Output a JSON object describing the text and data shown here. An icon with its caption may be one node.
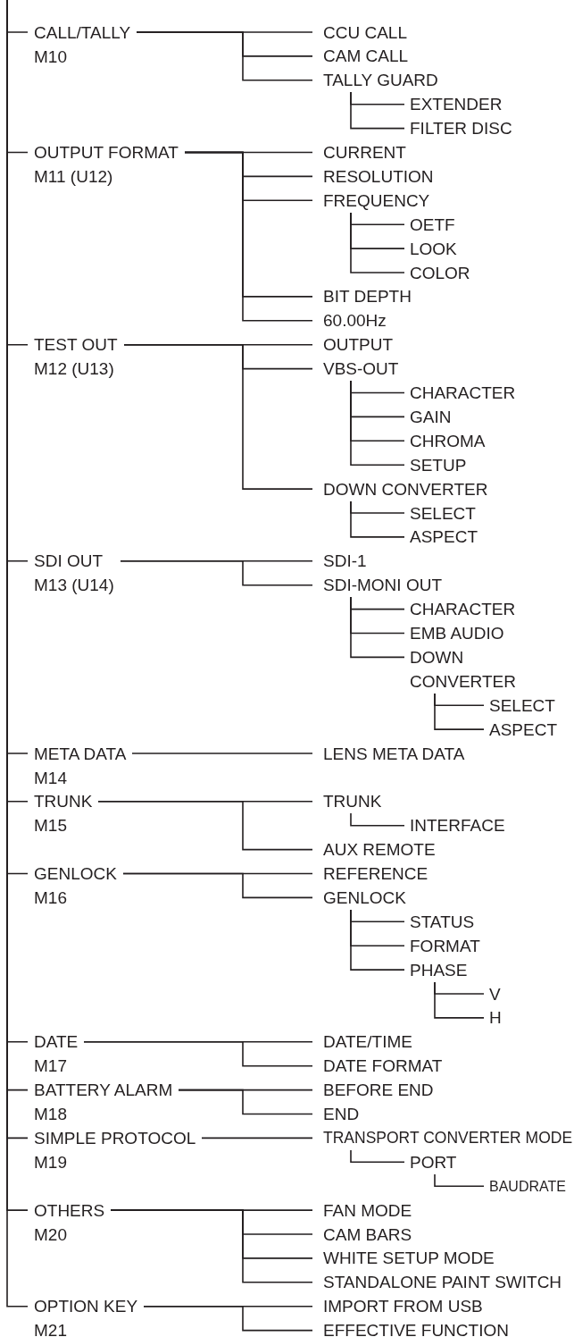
{
  "diagram": {
    "nodes": [
      {
        "text": [
          "CALL/TALLY",
          "M10"
        ]
      },
      {
        "text": [
          "CCU CALL"
        ]
      },
      {
        "text": [
          "CAM CALL"
        ]
      },
      {
        "text": [
          "TALLY GUARD"
        ]
      },
      {
        "text": [
          "EXTENDER"
        ]
      },
      {
        "text": [
          "FILTER DISC"
        ]
      },
      {
        "text": [
          "OUTPUT FORMAT",
          "M11 (U12)"
        ]
      },
      {
        "text": [
          "CURRENT"
        ]
      },
      {
        "text": [
          "RESOLUTION"
        ]
      },
      {
        "text": [
          "FREQUENCY"
        ]
      },
      {
        "text": [
          "OETF"
        ]
      },
      {
        "text": [
          "LOOK"
        ]
      },
      {
        "text": [
          "COLOR"
        ]
      },
      {
        "text": [
          "BIT DEPTH"
        ]
      },
      {
        "text": [
          "60.00Hz"
        ]
      },
      {
        "text": [
          "TEST OUT",
          "M12 (U13)"
        ]
      },
      {
        "text": [
          "OUTPUT"
        ]
      },
      {
        "text": [
          "VBS-OUT"
        ]
      },
      {
        "text": [
          "CHARACTER"
        ]
      },
      {
        "text": [
          "GAIN"
        ]
      },
      {
        "text": [
          "CHROMA"
        ]
      },
      {
        "text": [
          "SETUP"
        ]
      },
      {
        "text": [
          "DOWN CONVERTER"
        ]
      },
      {
        "text": [
          "SELECT"
        ]
      },
      {
        "text": [
          "ASPECT"
        ]
      },
      {
        "text": [
          "SDI OUT",
          "M13 (U14)"
        ]
      },
      {
        "text": [
          "SDI-1"
        ]
      },
      {
        "text": [
          "SDI-MONI OUT"
        ]
      },
      {
        "text": [
          "CHARACTER"
        ]
      },
      {
        "text": [
          "EMB AUDIO"
        ]
      },
      {
        "text": [
          "DOWN CONVERTER"
        ]
      },
      {
        "text": [
          "SELECT"
        ]
      },
      {
        "text": [
          "ASPECT"
        ]
      },
      {
        "text": [
          "META DATA",
          "M14"
        ]
      },
      {
        "text": [
          "LENS META DATA"
        ]
      },
      {
        "text": [
          "TRUNK",
          "M15"
        ]
      },
      {
        "text": [
          "TRUNK"
        ]
      },
      {
        "text": [
          "INTERFACE"
        ]
      },
      {
        "text": [
          "AUX REMOTE"
        ]
      },
      {
        "text": [
          "GENLOCK",
          "M16"
        ]
      },
      {
        "text": [
          "REFERENCE"
        ]
      },
      {
        "text": [
          "GENLOCK"
        ]
      },
      {
        "text": [
          "STATUS"
        ]
      },
      {
        "text": [
          "FORMAT"
        ]
      },
      {
        "text": [
          "PHASE"
        ]
      },
      {
        "text": [
          "V"
        ]
      },
      {
        "text": [
          "H"
        ]
      },
      {
        "text": [
          "DATE",
          "M17"
        ]
      },
      {
        "text": [
          "DATE/TIME"
        ]
      },
      {
        "text": [
          "DATE FORMAT"
        ]
      },
      {
        "text": [
          "BATTERY ALARM",
          "M18"
        ]
      },
      {
        "text": [
          "BEFORE END"
        ]
      },
      {
        "text": [
          "END"
        ]
      },
      {
        "text": [
          "SIMPLE PROTOCOL",
          "M19"
        ]
      },
      {
        "text": [
          "TRANSPORT CONVERTER MODE"
        ]
      },
      {
        "text": [
          "PORT"
        ]
      },
      {
        "text": [
          "BAUDRATE"
        ]
      },
      {
        "text": [
          "OTHERS",
          "M20"
        ]
      },
      {
        "text": [
          "FAN MODE"
        ]
      },
      {
        "text": [
          "CAM BARS"
        ]
      },
      {
        "text": [
          "WHITE SETUP MODE"
        ]
      },
      {
        "text": [
          "STANDALONE PAINT SWITCH"
        ]
      },
      {
        "text": [
          "OPTION KEY",
          "M21"
        ]
      },
      {
        "text": [
          "IMPORT FROM USB"
        ]
      },
      {
        "text": [
          "EFFECTIVE FUNCTION"
        ]
      }
    ],
    "edges": [
      {
        "from": null,
        "to": 0,
        "arrow": "none"
      },
      {
        "from": null,
        "to": 6,
        "arrow": "none"
      },
      {
        "from": null,
        "to": 15,
        "arrow": "none"
      },
      {
        "from": null,
        "to": 25,
        "arrow": "none"
      },
      {
        "from": null,
        "to": 33,
        "arrow": "none"
      },
      {
        "from": null,
        "to": 35,
        "arrow": "none"
      },
      {
        "from": null,
        "to": 39,
        "arrow": "none"
      },
      {
        "from": null,
        "to": 47,
        "arrow": "none"
      },
      {
        "from": null,
        "to": 50,
        "arrow": "none"
      },
      {
        "from": null,
        "to": 53,
        "arrow": "none"
      },
      {
        "from": null,
        "to": 57,
        "arrow": "none"
      },
      {
        "from": null,
        "to": 62,
        "arrow": "none"
      },
      {
        "from": 0,
        "to": 1,
        "arrow": "none"
      },
      {
        "from": 0,
        "to": 2,
        "arrow": "none"
      },
      {
        "from": 0,
        "to": 3,
        "arrow": "none"
      },
      {
        "from": 3,
        "to": 4,
        "arrow": "none"
      },
      {
        "from": 3,
        "to": 5,
        "arrow": "none"
      },
      {
        "from": 6,
        "to": 7,
        "arrow": "none"
      },
      {
        "from": 6,
        "to": 8,
        "arrow": "none"
      },
      {
        "from": 6,
        "to": 9,
        "arrow": "none"
      },
      {
        "from": 9,
        "to": 10,
        "arrow": "none"
      },
      {
        "from": 9,
        "to": 11,
        "arrow": "none"
      },
      {
        "from": 9,
        "to": 12,
        "arrow": "none"
      },
      {
        "from": 6,
        "to": 13,
        "arrow": "none"
      },
      {
        "from": 6,
        "to": 14,
        "arrow": "none"
      },
      {
        "from": 15,
        "to": 16,
        "arrow": "none"
      },
      {
        "from": 15,
        "to": 17,
        "arrow": "none"
      },
      {
        "from": 17,
        "to": 18,
        "arrow": "none"
      },
      {
        "from": 17,
        "to": 19,
        "arrow": "none"
      },
      {
        "from": 17,
        "to": 20,
        "arrow": "none"
      },
      {
        "from": 17,
        "to": 21,
        "arrow": "none"
      },
      {
        "from": 15,
        "to": 22,
        "arrow": "none"
      },
      {
        "from": 22,
        "to": 23,
        "arrow": "none"
      },
      {
        "from": 22,
        "to": 24,
        "arrow": "none"
      },
      {
        "from": 25,
        "to": 26,
        "arrow": "none"
      },
      {
        "from": 25,
        "to": 27,
        "arrow": "none"
      },
      {
        "from": 27,
        "to": 28,
        "arrow": "none"
      },
      {
        "from": 27,
        "to": 29,
        "arrow": "none"
      },
      {
        "from": 27,
        "to": 30,
        "arrow": "none"
      },
      {
        "from": 30,
        "to": 31,
        "arrow": "none"
      },
      {
        "from": 30,
        "to": 32,
        "arrow": "none"
      },
      {
        "from": 33,
        "to": 34,
        "arrow": "none"
      },
      {
        "from": 35,
        "to": 36,
        "arrow": "none"
      },
      {
        "from": 36,
        "to": 37,
        "arrow": "none"
      },
      {
        "from": 35,
        "to": 38,
        "arrow": "none"
      },
      {
        "from": 39,
        "to": 40,
        "arrow": "none"
      },
      {
        "from": 39,
        "to": 41,
        "arrow": "none"
      },
      {
        "from": 41,
        "to": 42,
        "arrow": "none"
      },
      {
        "from": 41,
        "to": 43,
        "arrow": "none"
      },
      {
        "from": 41,
        "to": 44,
        "arrow": "none"
      },
      {
        "from": 44,
        "to": 45,
        "arrow": "none"
      },
      {
        "from": 44,
        "to": 46,
        "arrow": "none"
      },
      {
        "from": 47,
        "to": 48,
        "arrow": "none"
      },
      {
        "from": 47,
        "to": 49,
        "arrow": "none"
      },
      {
        "from": 50,
        "to": 51,
        "arrow": "none"
      },
      {
        "from": 50,
        "to": 52,
        "arrow": "none"
      },
      {
        "from": 53,
        "to": 54,
        "arrow": "none"
      },
      {
        "from": 54,
        "to": 55,
        "arrow": "none"
      },
      {
        "from": 55,
        "to": 56,
        "arrow": "none"
      },
      {
        "from": 57,
        "to": 58,
        "arrow": "none"
      },
      {
        "from": 57,
        "to": 59,
        "arrow": "none"
      },
      {
        "from": 57,
        "to": 60,
        "arrow": "none"
      },
      {
        "from": 57,
        "to": 61,
        "arrow": "none"
      },
      {
        "from": 62,
        "to": 63,
        "arrow": "none"
      },
      {
        "from": 62,
        "to": 64,
        "arrow": "none"
      }
    ]
  }
}
